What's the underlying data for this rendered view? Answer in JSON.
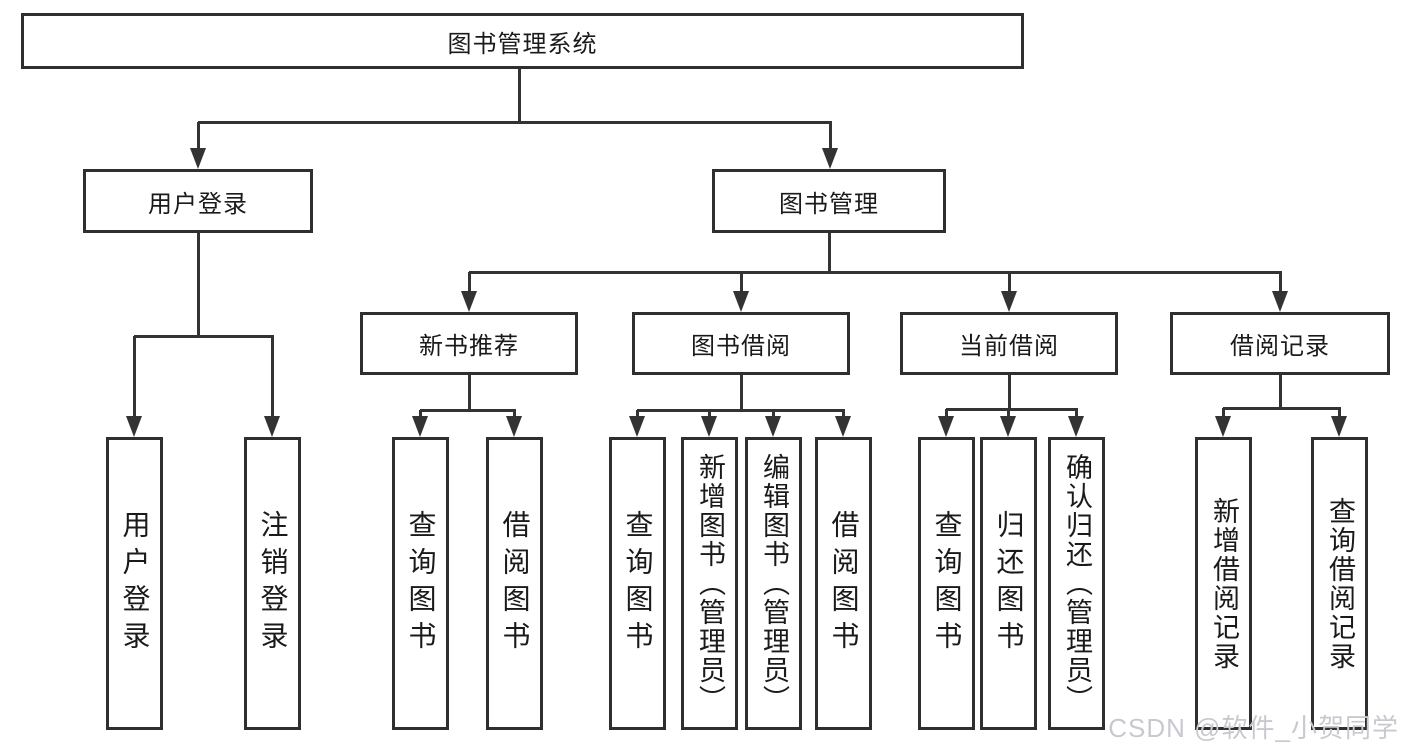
{
  "nodes": {
    "root": "图书管理系统",
    "user_login": "用户登录",
    "book_management": "图书管理",
    "new_book_recommend": "新书推荐",
    "book_borrow": "图书借阅",
    "current_borrow": "当前借阅",
    "borrow_records": "借阅记录",
    "leaf_user_login": "用户登录",
    "leaf_logout": "注销登录",
    "rec_query_book": "查询图书",
    "rec_borrow_book": "借阅图书",
    "bb_query_book": "查询图书",
    "bb_add_book": "新增图书（管理员）",
    "bb_edit_book": "编辑图书（管理员）",
    "bb_borrow_book": "借阅图书",
    "cb_query_book": "查询图书",
    "cb_return_book": "归还图书",
    "cb_confirm_return": "确认归还（管理员）",
    "br_add_record": "新增借阅记录",
    "br_query_record": "查询借阅记录"
  },
  "hierarchy": {
    "图书管理系统": [
      "用户登录",
      "图书管理"
    ],
    "用户登录": [
      "用户登录",
      "注销登录"
    ],
    "图书管理": [
      "新书推荐",
      "图书借阅",
      "当前借阅",
      "借阅记录"
    ],
    "新书推荐": [
      "查询图书",
      "借阅图书"
    ],
    "图书借阅": [
      "查询图书",
      "新增图书（管理员）",
      "编辑图书（管理员）",
      "借阅图书"
    ],
    "当前借阅": [
      "查询图书",
      "归还图书",
      "确认归还（管理员）"
    ],
    "借阅记录": [
      "新增借阅记录",
      "查询借阅记录"
    ]
  },
  "watermark": "CSDN @软件_小贺同学",
  "colors": {
    "line": "#333333",
    "box_border": "#2f2f2f",
    "text": "#1a1a1a",
    "background": "#ffffff",
    "watermark": "#c8c9d0"
  }
}
